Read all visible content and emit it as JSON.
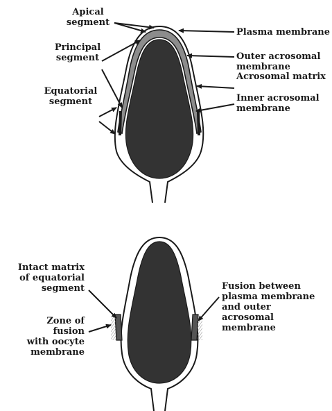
{
  "labels": {
    "apical": "Apical\nsegment",
    "principal": "Principal\nsegment",
    "equatorial": "Equatorial\nsegment",
    "plasma": "Plasma membrane",
    "outer": "Outer acrosomal\nmembrane",
    "matrix": "Acrosomal matrix",
    "inner": "Inner acrosomal\nmembrane",
    "intact": "Intact matrix\nof equatorial\nsegment",
    "zone": "Zone of\nfusion\nwith oocyte\nmembrane",
    "fusion": "Fusion between\nplasma membrane\nand outer\nacrosomal\nmembrane"
  },
  "colors": {
    "nucleus": "#333333",
    "acrosome_matrix": "#8c8c8c",
    "outline": "#1a1a1a",
    "background": "#ffffff"
  }
}
